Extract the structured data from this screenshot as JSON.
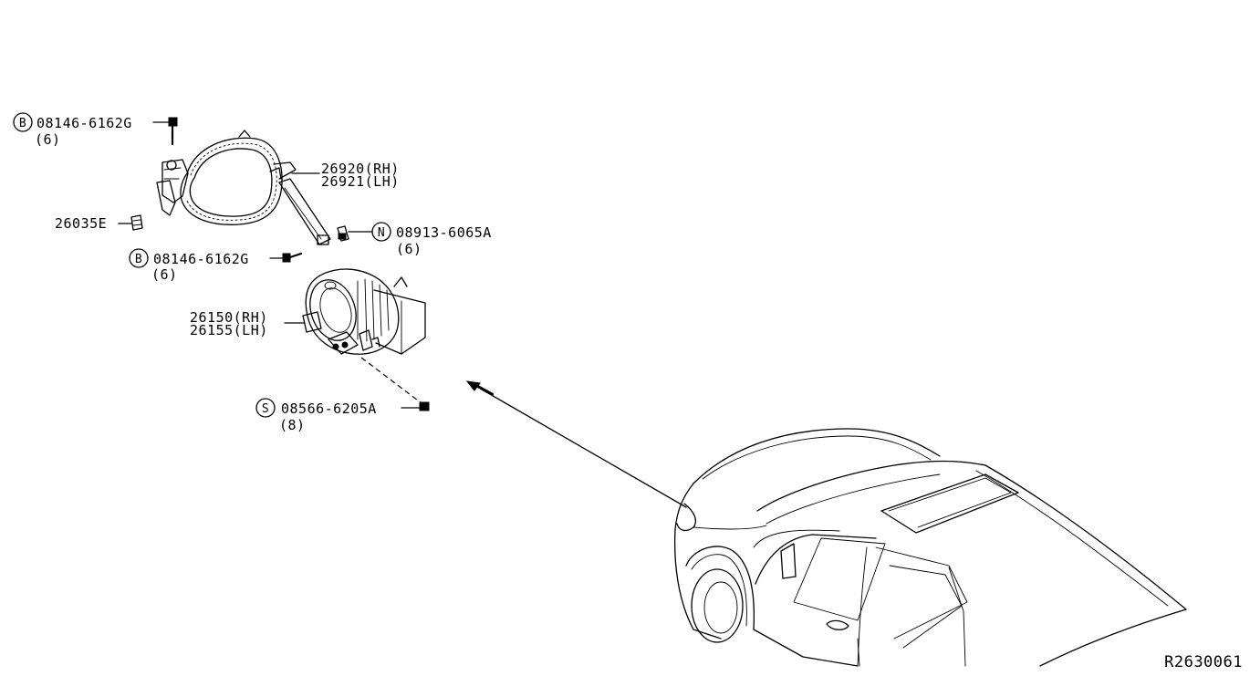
{
  "diagram": {
    "parts": {
      "bolt_top": {
        "symbol": "B",
        "part_no": "08146-6162G",
        "qty": "(6)"
      },
      "bezel": {
        "rh": "26920(RH)",
        "lh": "26921(LH)"
      },
      "clip": {
        "part_no": "26035E"
      },
      "nut_mid": {
        "symbol": "N",
        "part_no": "08913-6065A",
        "qty": "(6)"
      },
      "bolt_mid": {
        "symbol": "B",
        "part_no": "08146-6162G",
        "qty": "(6)"
      },
      "fog_lamp": {
        "rh": "26150(RH)",
        "lh": "26155(LH)"
      },
      "screw": {
        "symbol": "S",
        "part_no": "08566-6205A",
        "qty": "(8)"
      }
    },
    "ref_code": "R2630061"
  }
}
